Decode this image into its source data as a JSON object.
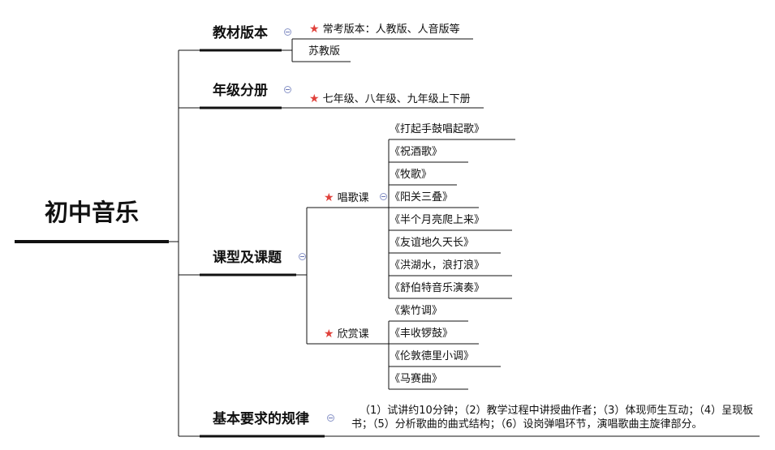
{
  "root": {
    "label": "初中音乐"
  },
  "branches": [
    {
      "label": "教材版本",
      "children": [
        {
          "label": "常考版本：人教版、人音版等",
          "starred": true
        },
        {
          "label": "苏教版",
          "starred": false
        }
      ]
    },
    {
      "label": "年级分册",
      "children": [
        {
          "label": "七年级、八年级、九年级上下册",
          "starred": true
        }
      ]
    },
    {
      "label": "课型及课题",
      "groups": [
        {
          "label": "唱歌课",
          "starred": true,
          "songs": [
            "《打起手鼓唱起歌》",
            "《祝酒歌》",
            "《牧歌》",
            "《阳关三叠》",
            "《半个月亮爬上来》",
            "《友谊地久天长》",
            "《洪湖水，浪打浪》",
            "《舒伯特音乐演奏》"
          ]
        },
        {
          "label": "欣赏课",
          "starred": true,
          "songs": [
            "《紫竹调》",
            "《丰收锣鼓》",
            "《伦敦德里小调》",
            "《马赛曲》"
          ]
        }
      ]
    },
    {
      "label": "基本要求的规律",
      "note": "（1）试讲约10分钟；（2）教学过程中讲授曲作者；（3）体现师生互动；（4）呈现板书；（5）分析歌曲的曲式结构；（6）设岗弹唱环节，演唱歌曲主旋律部分。"
    }
  ]
}
